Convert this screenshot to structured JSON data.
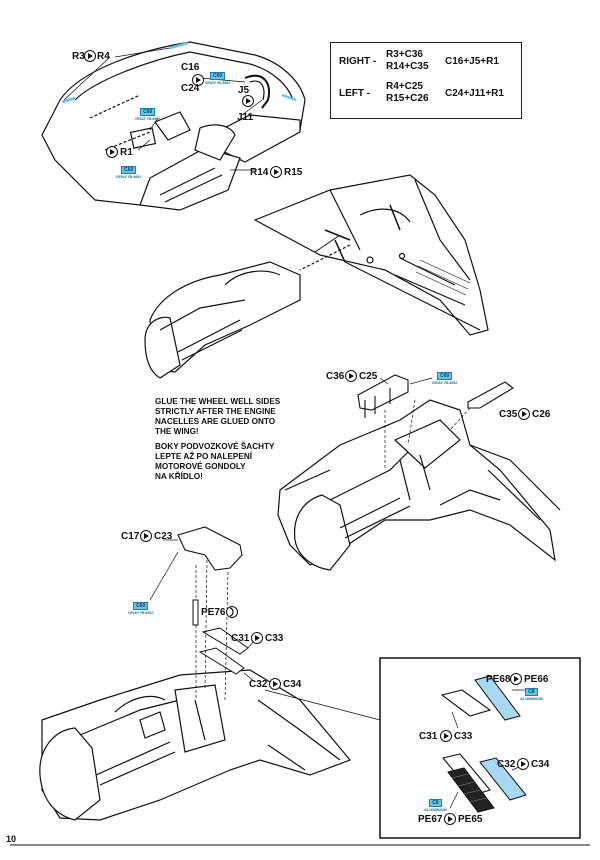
{
  "page_number": "10",
  "legend": {
    "rows": [
      {
        "side": "RIGHT -",
        "parts": [
          "R3+C36",
          "R14+C35"
        ],
        "result": "C16+J5+R1"
      },
      {
        "side": "LEFT -",
        "parts": [
          "R4+C25",
          "R15+C26"
        ],
        "result": "C24+J11+R1"
      }
    ]
  },
  "note": {
    "en": [
      "GLUE THE WHEEL WELL SIDES",
      "STRICTLY AFTER THE ENGINE",
      "NACELLES ARE GLUED ONTO",
      "THE WING!"
    ],
    "cz": [
      "BOKY PODVOZKOVÉ ŠACHTY",
      "LEPTE AŽ PO NALEPENÍ",
      "MOTOROVÉ GONDOLY",
      "NA KŘÍDLO!"
    ]
  },
  "paints": {
    "c60": {
      "code": "C60",
      "name": "GRAY RLM02"
    },
    "c8": {
      "code": "C8",
      "name": "ALUMINIUM"
    }
  },
  "callouts": {
    "r3": "R3",
    "r4": "R4",
    "c16": "C16",
    "c24": "C24",
    "j5": "J5",
    "j11": "J11",
    "r1": "R1",
    "r14": "R14",
    "r15": "R15",
    "c36": "C36",
    "c25": "C25",
    "c35": "C35",
    "c26": "C26",
    "c17": "C17",
    "c23": "C23",
    "pe76": "PE76",
    "c31": "C31",
    "c33": "C33",
    "c32": "C32",
    "c34": "C34",
    "pe68": "PE68",
    "pe66": "PE66",
    "pe67": "PE67",
    "pe65": "PE65"
  },
  "colors": {
    "ink": "#111111",
    "paint_swatch": "#6cc3e6",
    "photo_etch_blue": "#a9d8f2",
    "legend_border": "#222222"
  }
}
